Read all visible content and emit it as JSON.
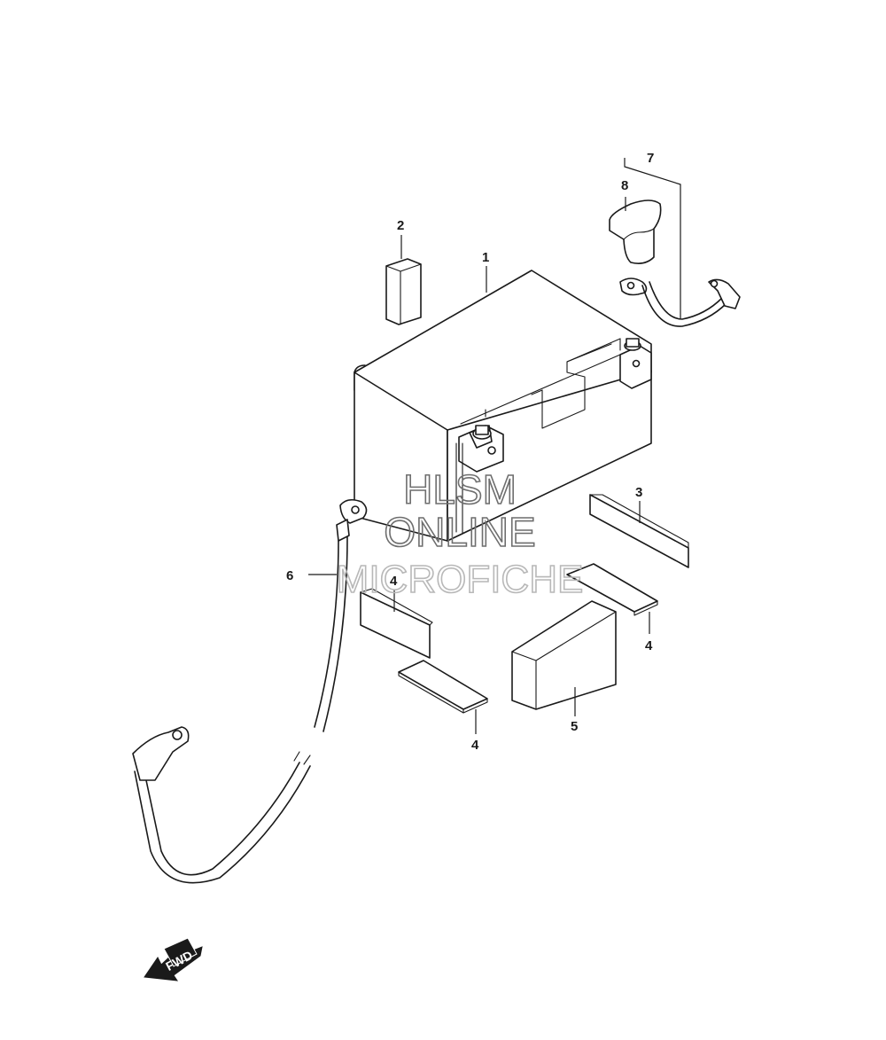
{
  "diagram": {
    "callouts": [
      {
        "id": "battery",
        "label": "1"
      },
      {
        "id": "cap-small",
        "label": "2"
      },
      {
        "id": "pad-right",
        "label": "3"
      },
      {
        "id": "cushion-left",
        "label": "4"
      },
      {
        "id": "cushion-bottom",
        "label": "4"
      },
      {
        "id": "cushion-right",
        "label": "4"
      },
      {
        "id": "spacer",
        "label": "5"
      },
      {
        "id": "negative-lead",
        "label": "6"
      },
      {
        "id": "positive-lead-set",
        "label": "7"
      },
      {
        "id": "terminal-cover",
        "label": "8"
      }
    ],
    "fwd_indicator": {
      "text": "FWD"
    }
  },
  "watermark": {
    "line1": "HLSM",
    "line2": "ONLINE",
    "line3": "MICROFICHE"
  }
}
